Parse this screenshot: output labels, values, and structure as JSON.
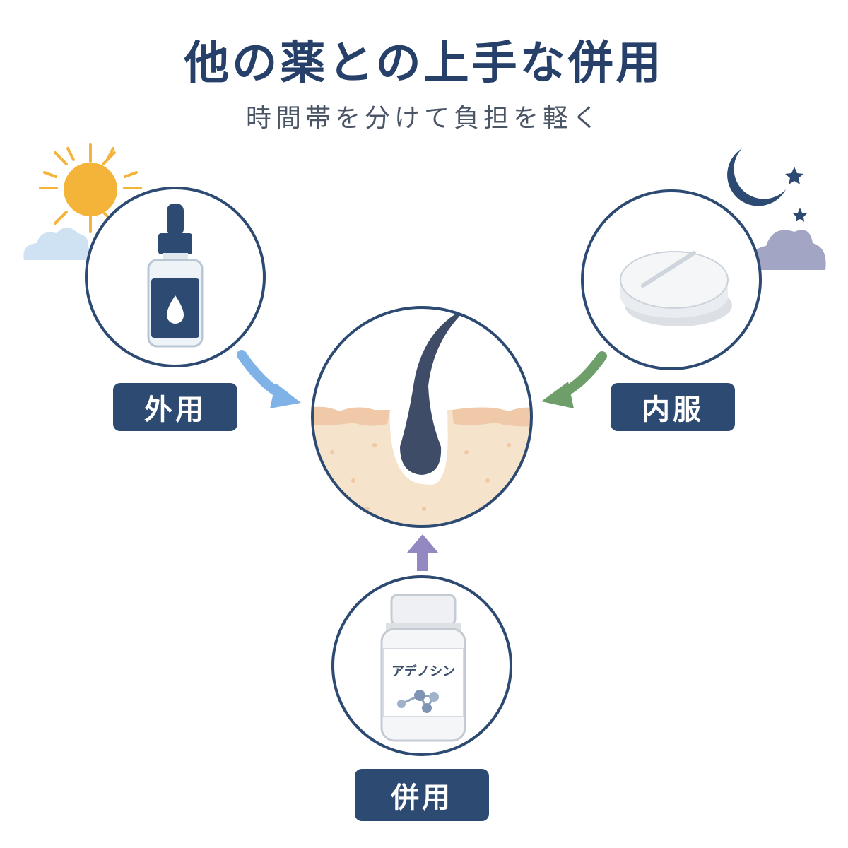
{
  "title": "他の薬との上手な併用",
  "subtitle": "時間帯を分けて負担を軽く",
  "items": [
    {
      "id": "topical",
      "label": "外用",
      "time": "sun-icon"
    },
    {
      "id": "oral",
      "label": "内服",
      "time": "moon-icon"
    },
    {
      "id": "combined",
      "label": "併用",
      "bottle_text": "アデノシン"
    }
  ],
  "colors": {
    "navy": "#2d4a72",
    "sun": "#f4b43a",
    "arrow_blue": "#7fb3e8",
    "arrow_green": "#6e9f6a",
    "arrow_purple": "#9488c2",
    "skin": "#f6e3cc"
  }
}
